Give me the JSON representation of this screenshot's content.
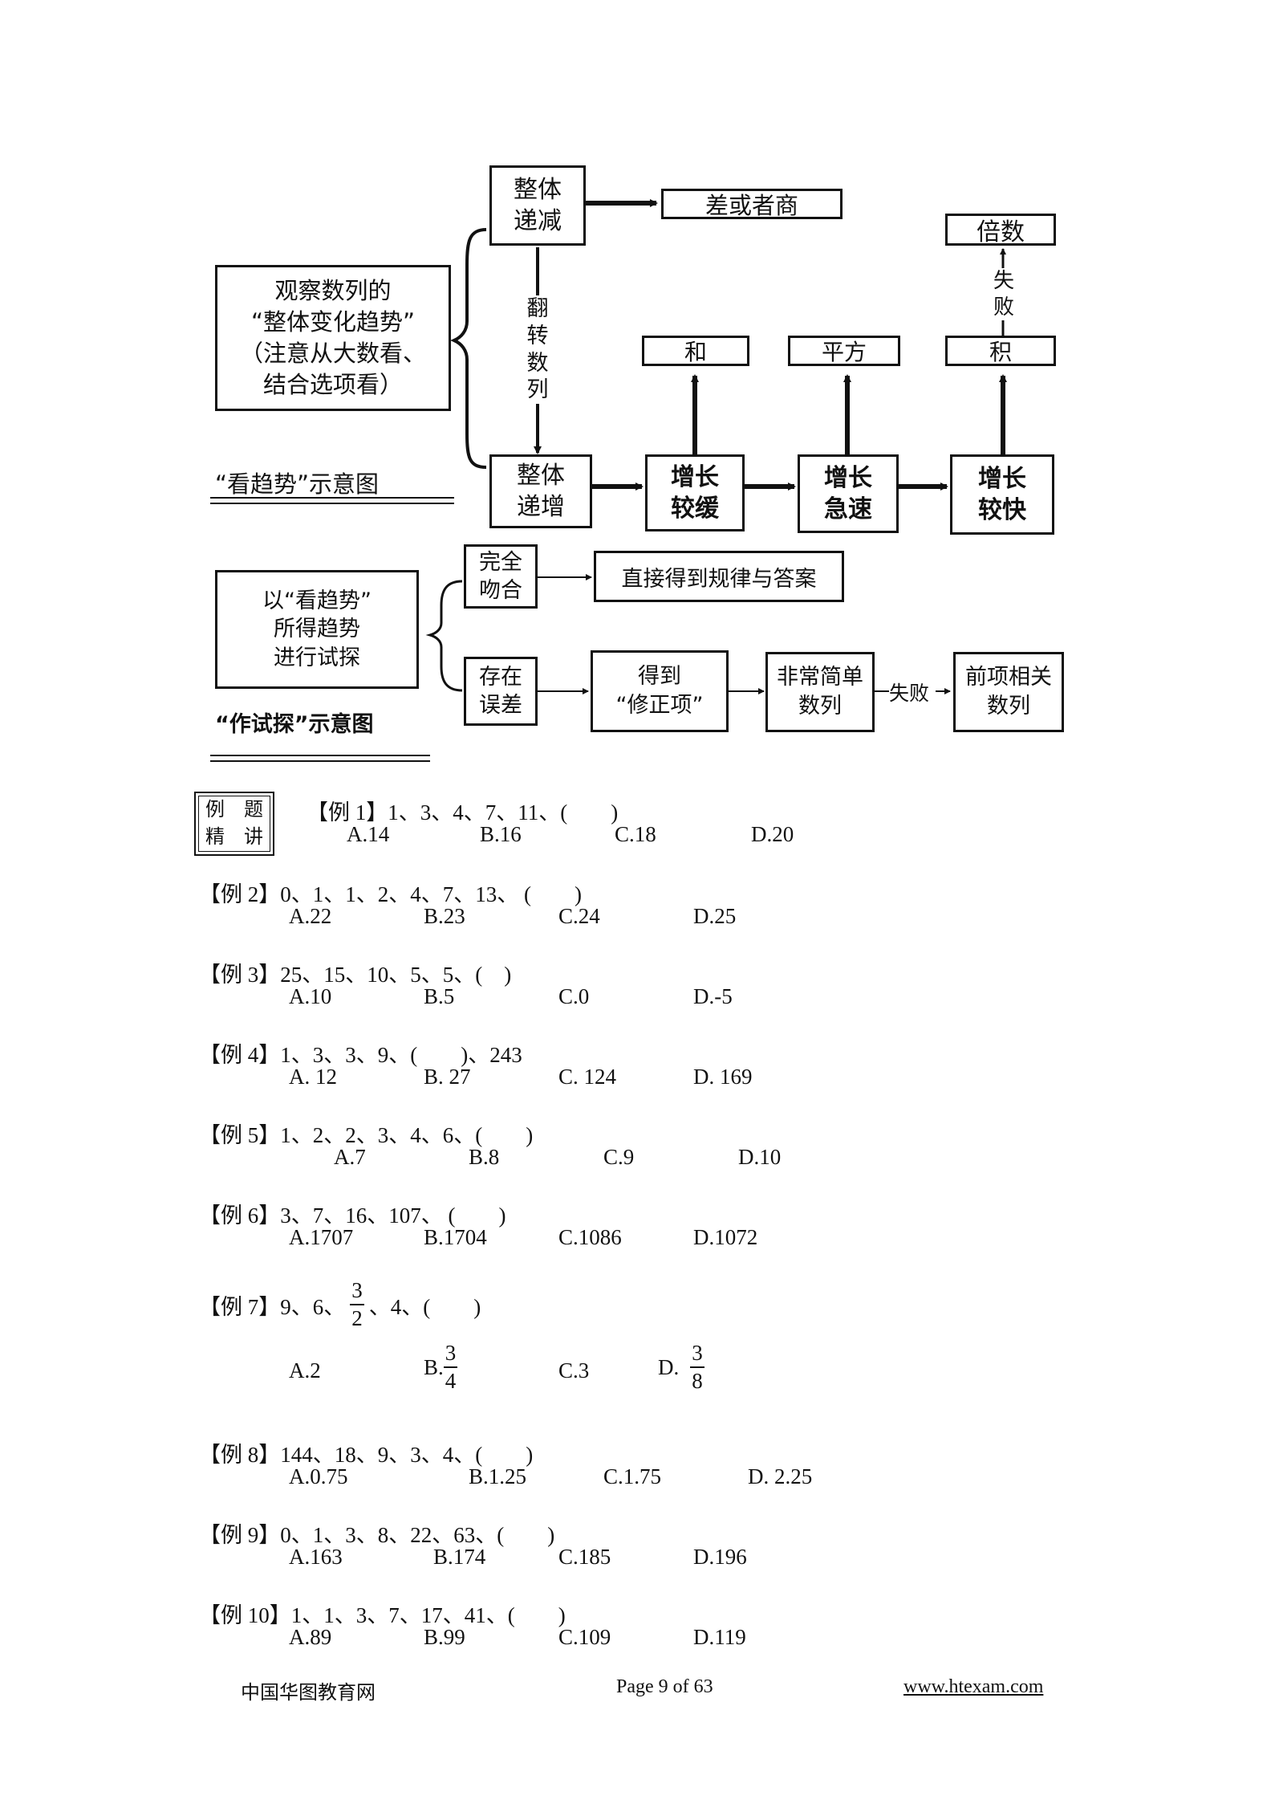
{
  "diagram1": {
    "observe_box": "观察数列的\n“整体变化趋势”\n（注意从大数看、\n结合选项看）",
    "decreasing": "整体\n递减",
    "diff_or_quot": "差或者商",
    "flip_label": "翻转数列",
    "increasing": "整体\n递增",
    "slow": "增长\n较缓",
    "rapid": "增长\n急速",
    "faster": "增长\n较快",
    "sum": "和",
    "square": "平方",
    "product": "积",
    "multiple": "倍数",
    "fail_label": "失败",
    "caption": "“看趋势”示意图"
  },
  "diagram2": {
    "trial_box": "以“看趋势”\n所得趋势\n进行试探",
    "match": "完全\n吻合",
    "direct": "直接得到规律与答案",
    "error": "存在\n误差",
    "correction": "得到\n“修正项”",
    "simple": "非常简单\n数列",
    "fail_label": "失败",
    "adjacent": "前项相关\n数列",
    "caption": "“作试探”示意图"
  },
  "badge": {
    "line1": "例　题",
    "line2": "精　讲"
  },
  "examples": [
    {
      "q": "【例 1】1、3、4、7、11、(　　)",
      "opts": [
        "A.14",
        "B.16",
        "C.18",
        "D.20"
      ]
    },
    {
      "q": "【例 2】0、1、1、2、4、7、13、 (　　)",
      "opts": [
        "A.22",
        "B.23",
        "C.24",
        "D.25"
      ]
    },
    {
      "q": "【例 3】25、15、10、5、5、(　)",
      "opts": [
        "A.10",
        "B.5",
        "C.0",
        "D.-5"
      ]
    },
    {
      "q": "【例 4】1、3、3、9、(　　)、243",
      "opts": [
        "A. 12",
        "B. 27",
        "C. 124",
        "D. 169"
      ]
    },
    {
      "q": "【例 5】1、2、2、3、4、6、(　　)",
      "opts": [
        "A.7",
        "B.8",
        "C.9",
        "D.10"
      ]
    },
    {
      "q": "【例 6】3、7、16、107、 (　　)",
      "opts": [
        "A.1707",
        "B.1704",
        "C.1086",
        "D.1072"
      ]
    },
    {
      "q_pre": "【例 7】9、6、",
      "q_num": "3",
      "q_den": "2",
      "q_post": "、4、(　　)",
      "opts": [
        "A.2",
        "B.",
        "C.3",
        "D."
      ],
      "b_num": "3",
      "b_den": "4",
      "d_num": "3",
      "d_den": "8"
    },
    {
      "q": "【例 8】144、18、9、3、4、(　　)",
      "opts": [
        "A.0.75",
        "B.1.25",
        "C.1.75",
        "D. 2.25"
      ]
    },
    {
      "q": "【例 9】0、1、3、8、22、63、(　　)",
      "opts": [
        "A.163",
        "B.174",
        "C.185",
        "D.196"
      ]
    },
    {
      "q": "【例 10】1、1、3、7、17、41、(　　)",
      "opts": [
        "A.89",
        "B.99",
        "C.109",
        "D.119"
      ]
    }
  ],
  "footer": {
    "left": "中国华图教育网",
    "center": "Page 9 of 63",
    "right": "www.htexam.com"
  }
}
